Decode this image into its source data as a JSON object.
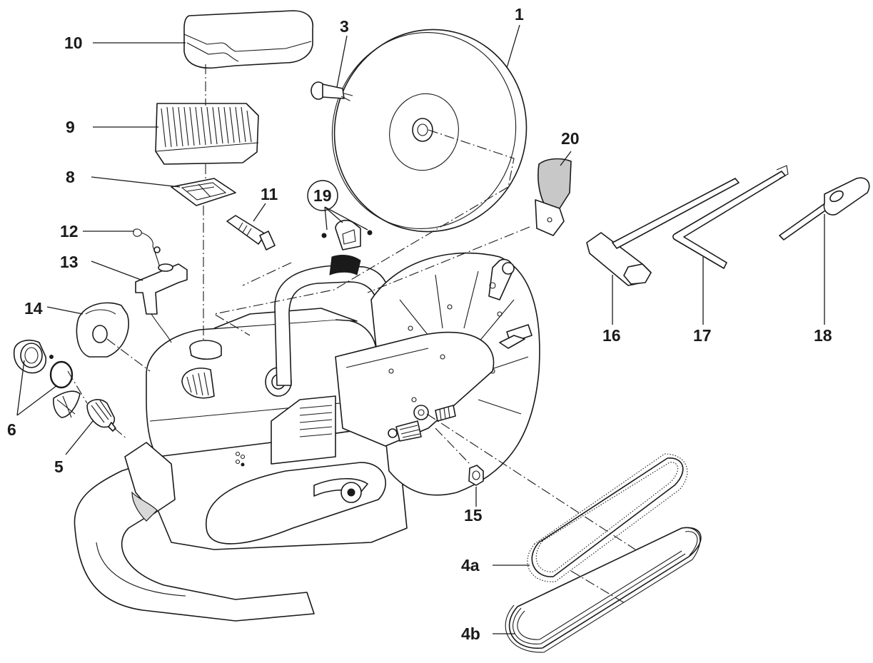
{
  "callouts": {
    "c1": "1",
    "c3": "3",
    "c4a": "4a",
    "c4b": "4b",
    "c5": "5",
    "c6": "6",
    "c8": "8",
    "c9": "9",
    "c10": "10",
    "c11": "11",
    "c12": "12",
    "c13": "13",
    "c14": "14",
    "c15": "15",
    "c16": "16",
    "c17": "17",
    "c18": "18",
    "c19": "19",
    "c20": "20"
  }
}
